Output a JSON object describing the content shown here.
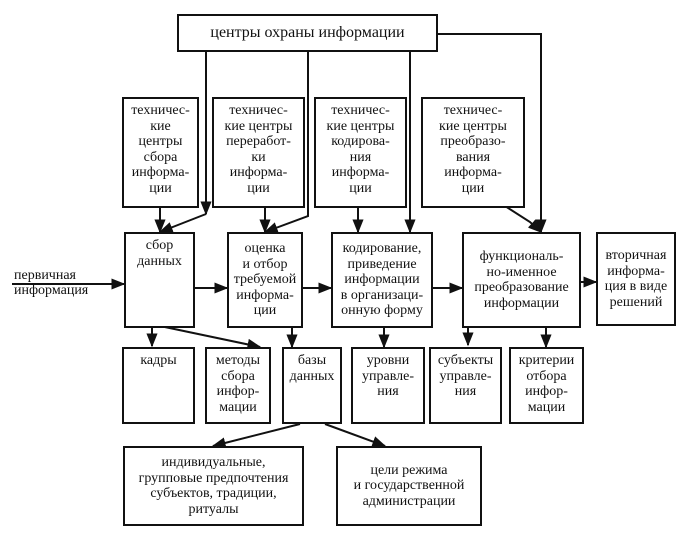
{
  "diagram": {
    "header": "центры охраны информации",
    "tech_centers": [
      "техничес-\nкие\nцентры\nсбора\nинформа-\nции",
      "техничес-\nкие центры\nпереработ-\nки\nинформа-\nции",
      "техничес-\nкие центры\nкодирова-\nния\nинформа-\nции",
      "техничес-\nкие центры\nпреобразо-\nвания\nинформа-\nции"
    ],
    "process": [
      "сбор\nданных",
      "оценка\nи отбор\nтребуемой\nинформа-\nции",
      "кодирование,\nприведение\nинформации\nв организаци-\nонную форму",
      "функциональ-\nно-именное\nпреобразование\nинформации",
      "вторичная\nинформа-\nция в виде\nрешений"
    ],
    "input_label": "первичная\nинформация",
    "resources": [
      "кадры",
      "методы\nсбора\nинфор-\nмации",
      "базы\nданных",
      "уровни\nуправле-\nния",
      "субъекты\nуправле-\nния",
      "критерии\nотбора\nинфор-\nмации"
    ],
    "bottom": [
      "индивидуальные,\nгрупповые предпочтения\nсубъектов, традиции,\nритуалы",
      "цели режима\nи государственной\nадминистрации"
    ]
  }
}
